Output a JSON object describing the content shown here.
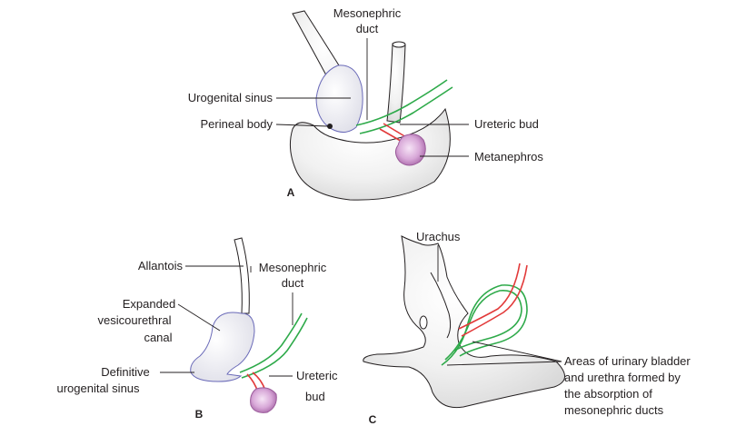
{
  "colors": {
    "mesonephric_duct": "#2eaa4a",
    "ureteric_bud": "#e23a3a",
    "metanephros": "#c48ac4",
    "sinus_outline": "#6a6ab8",
    "tissue": "#ececec"
  },
  "panel_a": {
    "letter": "A",
    "mesonephric_duct": [
      "Mesonephric",
      "duct"
    ],
    "urogenital_sinus": "Urogenital sinus",
    "perineal_body": "Perineal body",
    "ureteric_bud": "Ureteric bud",
    "metanephros": "Metanephros"
  },
  "panel_b": {
    "letter": "B",
    "allantois": "Allantois",
    "mesonephric_duct": [
      "Mesonephric",
      "duct"
    ],
    "expanded_canal": [
      "Expanded",
      "vesicourethral",
      "canal"
    ],
    "definitive_sinus": [
      "Definitive",
      "urogenital sinus"
    ],
    "ureteric_bud": [
      "Ureteric",
      "bud"
    ]
  },
  "panel_c": {
    "letter": "C",
    "urachus": "Urachus",
    "areas": [
      "Areas of urinary bladder",
      "and urethra formed by",
      "the absorption of",
      "mesonephric ducts"
    ]
  }
}
